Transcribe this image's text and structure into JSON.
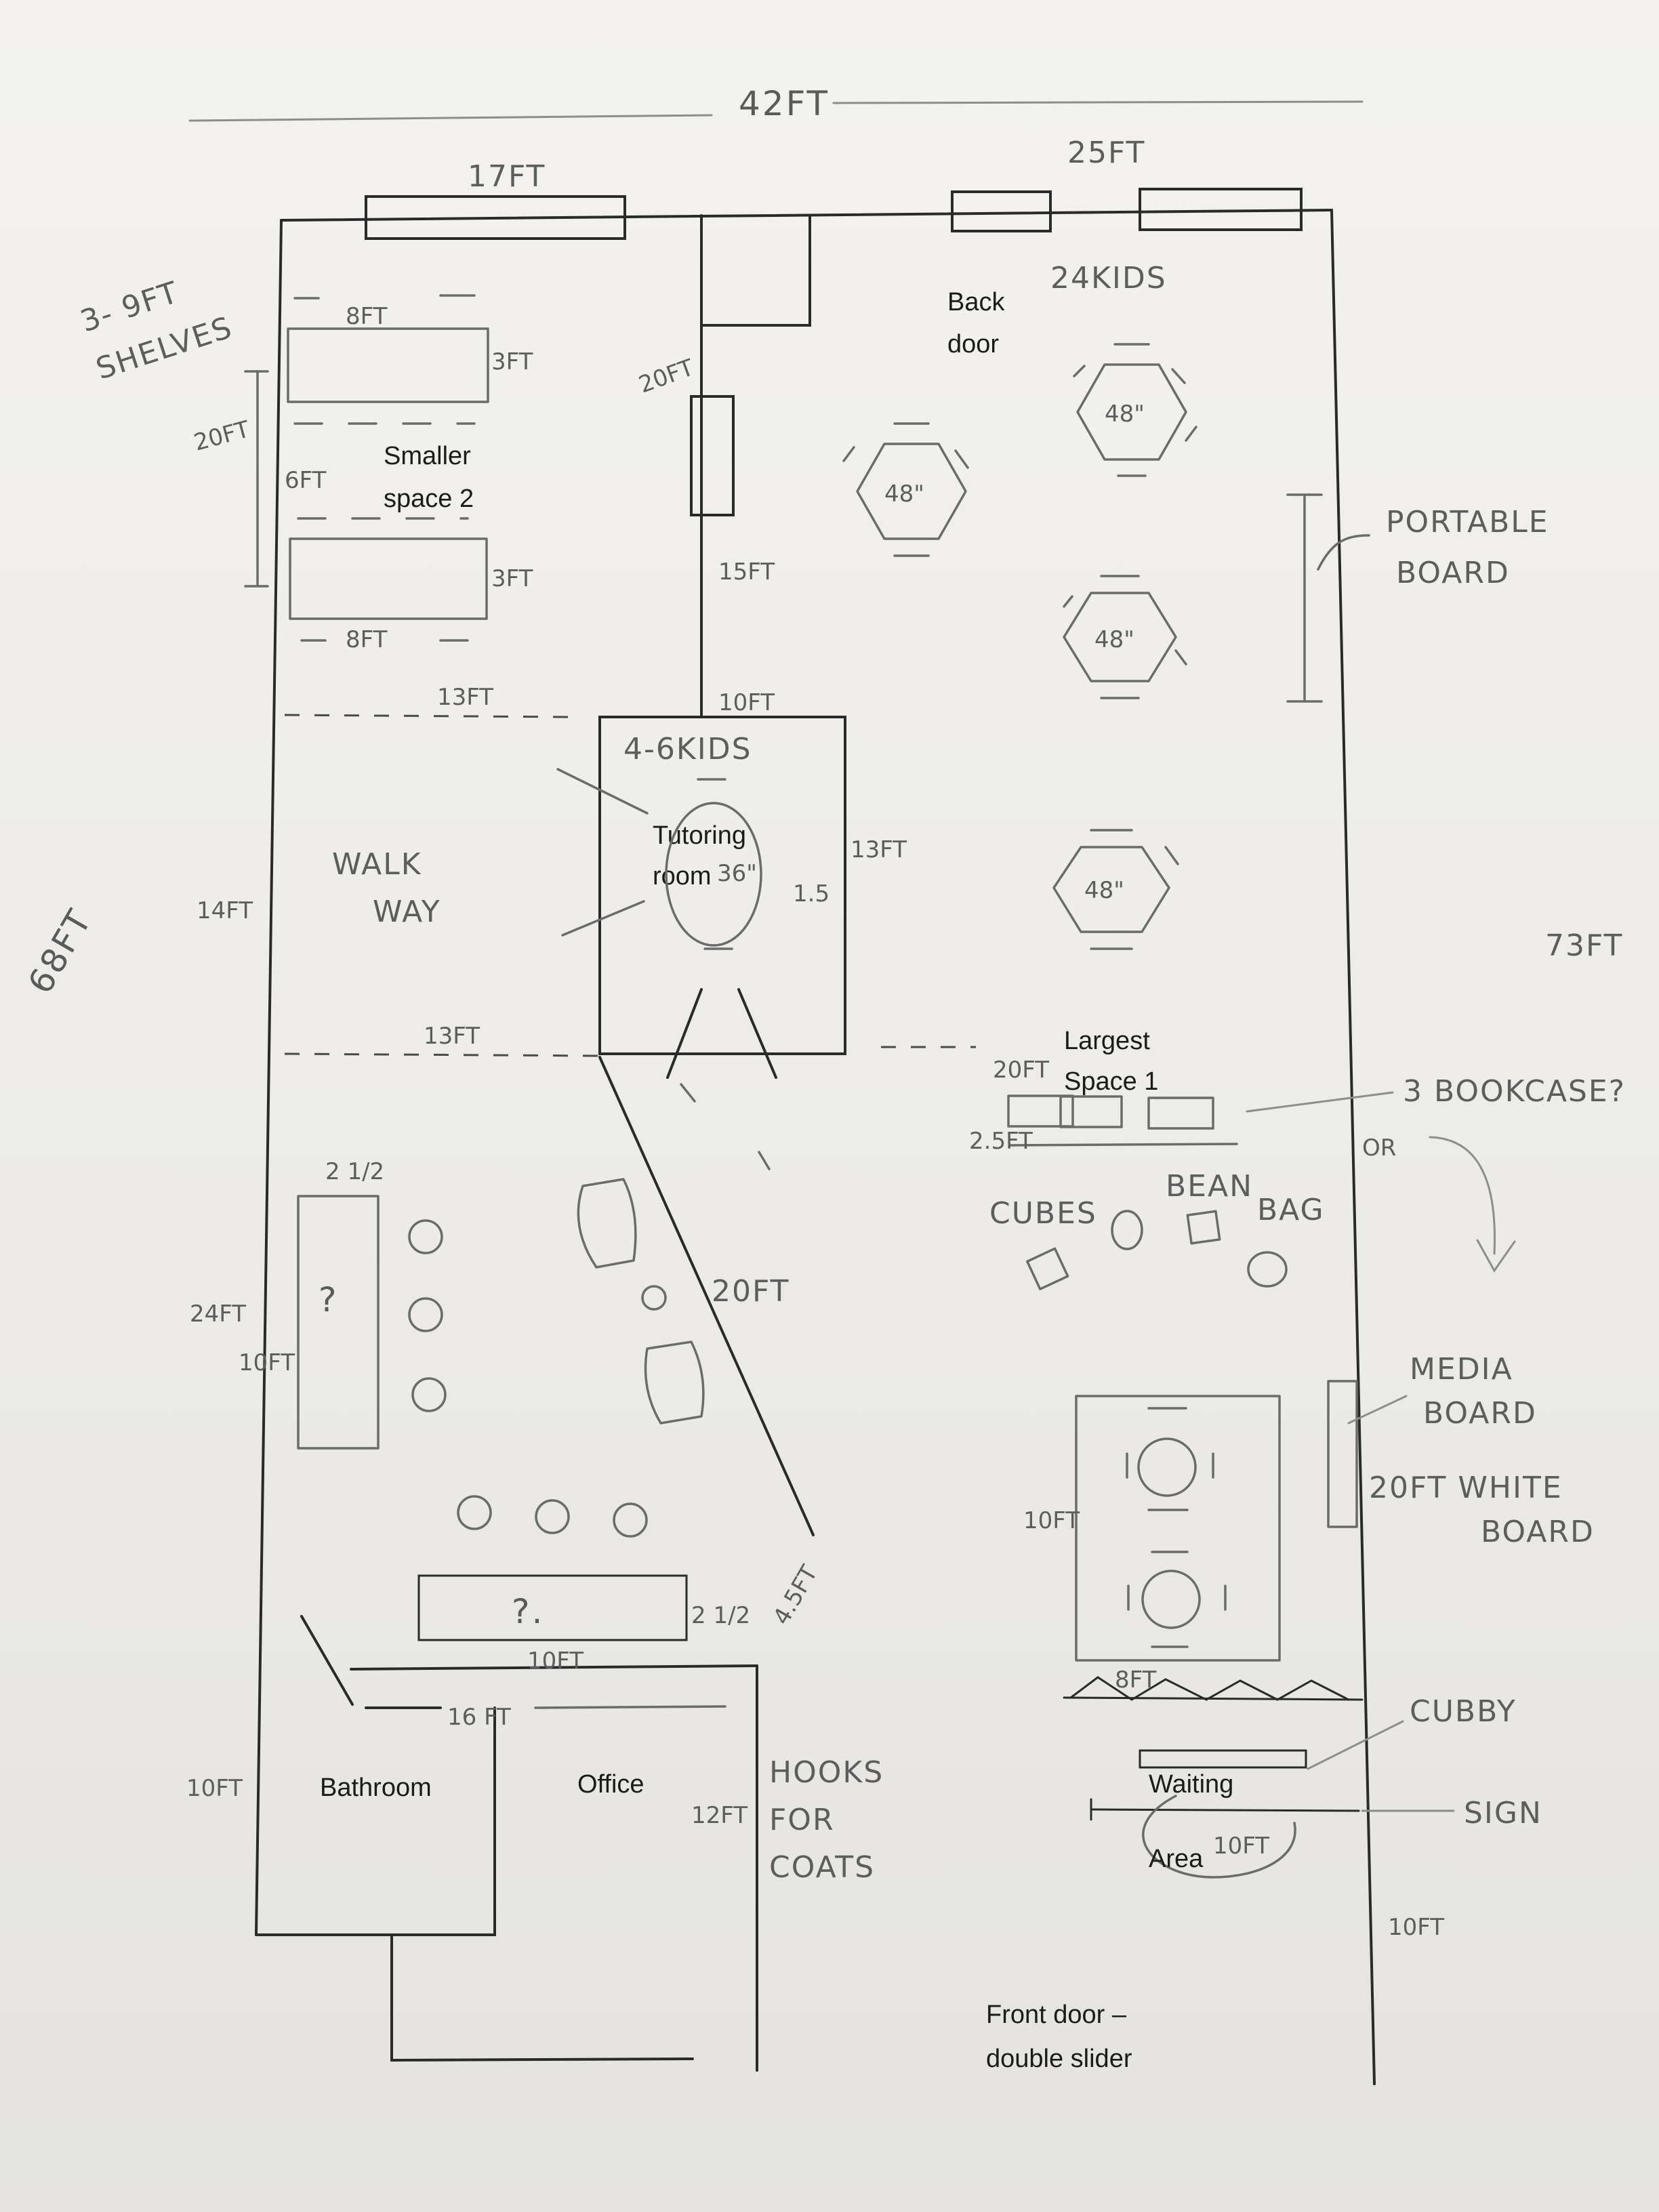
{
  "rooms": {
    "smaller_space": [
      "Smaller",
      "space 2"
    ],
    "back_door": [
      "Back",
      "door"
    ],
    "tutoring_room": [
      "Tutoring",
      "room"
    ],
    "largest_space": [
      "Largest",
      "Space 1"
    ],
    "bathroom": "Bathroom",
    "office": "Office",
    "waiting_area": [
      "Waiting",
      "Area"
    ],
    "front_door": [
      "Front door –",
      "double slider"
    ]
  },
  "annotations": {
    "shelves": [
      "3- 9FT",
      "SHELVES"
    ],
    "kids_24": "24KIDS",
    "kids_4_6": "4-6KIDS",
    "portable_board": [
      "PORTABLE",
      "BOARD"
    ],
    "bookcase": "3 BOOKCASE?",
    "or": "OR",
    "cubes": "CUBES",
    "bean_bag": [
      "BEAN",
      "BAG"
    ],
    "walk_way": [
      "WALK",
      "WAY"
    ],
    "media_board": [
      "MEDIA",
      "BOARD"
    ],
    "white_board": [
      "20FT WHITE",
      "BOARD"
    ],
    "cubby": "CUBBY",
    "sign": "SIGN",
    "hooks": [
      "HOOKS",
      "FOR",
      "COATS"
    ],
    "question": "?",
    "question_dot": "?."
  },
  "dimensions": {
    "d42": "42FT",
    "d17": "17FT",
    "d25": "25FT",
    "d8a": "8FT",
    "d3a": "3FT",
    "d20_left": "20FT",
    "d6": "6FT",
    "d3b": "3FT",
    "d8b": "8FT",
    "d20_mid": "20FT",
    "d15": "15FT",
    "d13_top": "13FT",
    "d10_tut": "10FT",
    "d13_tut": "13FT",
    "d36": "36\"",
    "d15b": "1.5",
    "d14": "14FT",
    "d68": "68FT",
    "d73": "73FT",
    "d13_low": "13FT",
    "d20_bk": "20FT",
    "d25_bk": "2.5FT",
    "d2half_a": "2 1/2",
    "d24": "24FT",
    "d10_q": "10FT",
    "d20_diag": "20FT",
    "d10_table": "10FT",
    "d2half_b": "2 1/2",
    "d45": "4.5FT",
    "d10_desk": "10FT",
    "d16": "16 FT",
    "d10_bath": "10FT",
    "d12": "12FT",
    "d8c": "8FT",
    "d10_wait": "10FT",
    "d10_front": "10FT",
    "t48": "48\""
  }
}
